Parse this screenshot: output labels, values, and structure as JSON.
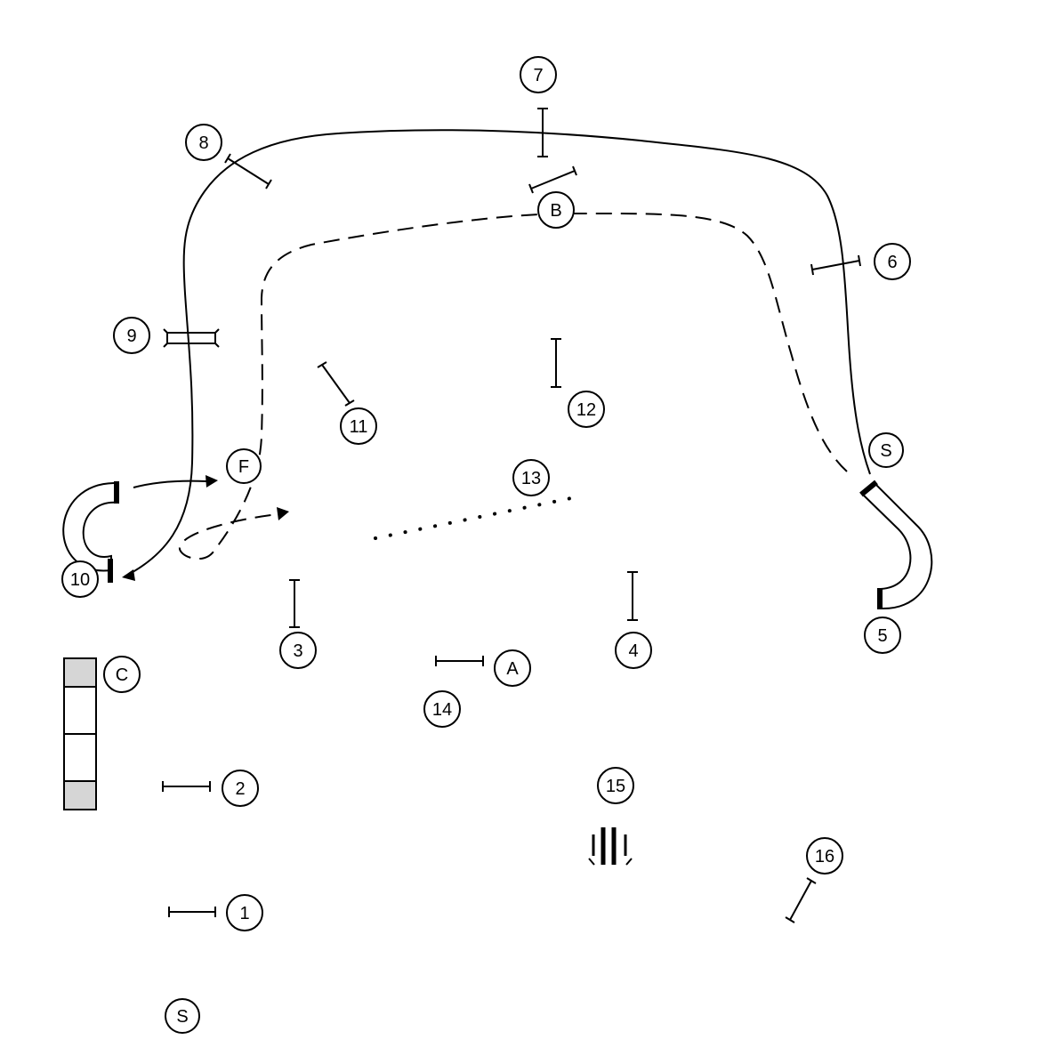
{
  "markers": {
    "m1": "1",
    "m2": "2",
    "m3": "3",
    "m4": "4",
    "m5": "5",
    "m6": "6",
    "m7": "7",
    "m8": "8",
    "m9": "9",
    "m10": "10",
    "m11": "11",
    "m12": "12",
    "m13": "13",
    "m14": "14",
    "m15": "15",
    "m16": "16",
    "start_top": "S",
    "start_bottom": "S",
    "finish": "F",
    "a": "A",
    "b": "B",
    "c": "C"
  },
  "colors": {
    "ink": "#000000",
    "contact_zone": "#d6d6d6"
  }
}
